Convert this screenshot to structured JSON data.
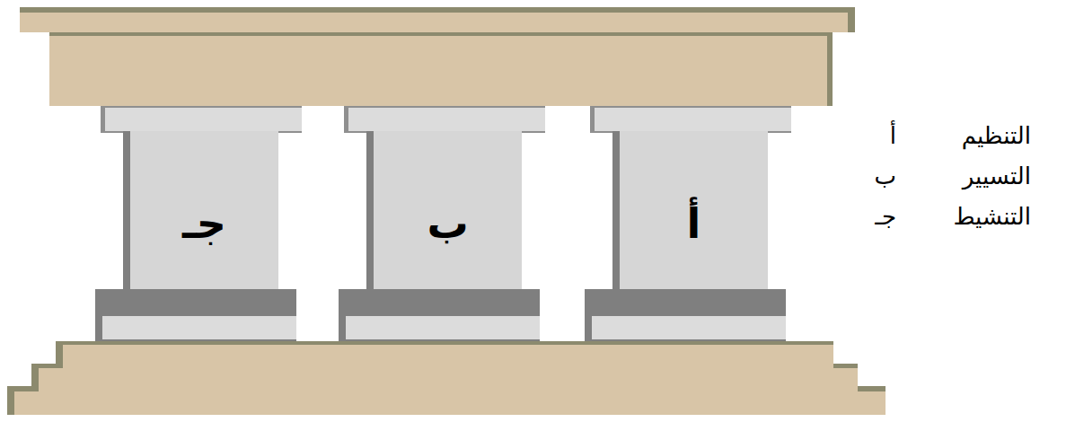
{
  "diagram": {
    "nodes": [
      {
        "text": [
          "أ"
        ]
      },
      {
        "text": [
          "ب"
        ]
      },
      {
        "text": [
          "جـ"
        ]
      }
    ],
    "labels": [
      "أ",
      "التنظيم",
      "ب",
      "التسيير",
      "جـ",
      "التنشيط"
    ]
  }
}
